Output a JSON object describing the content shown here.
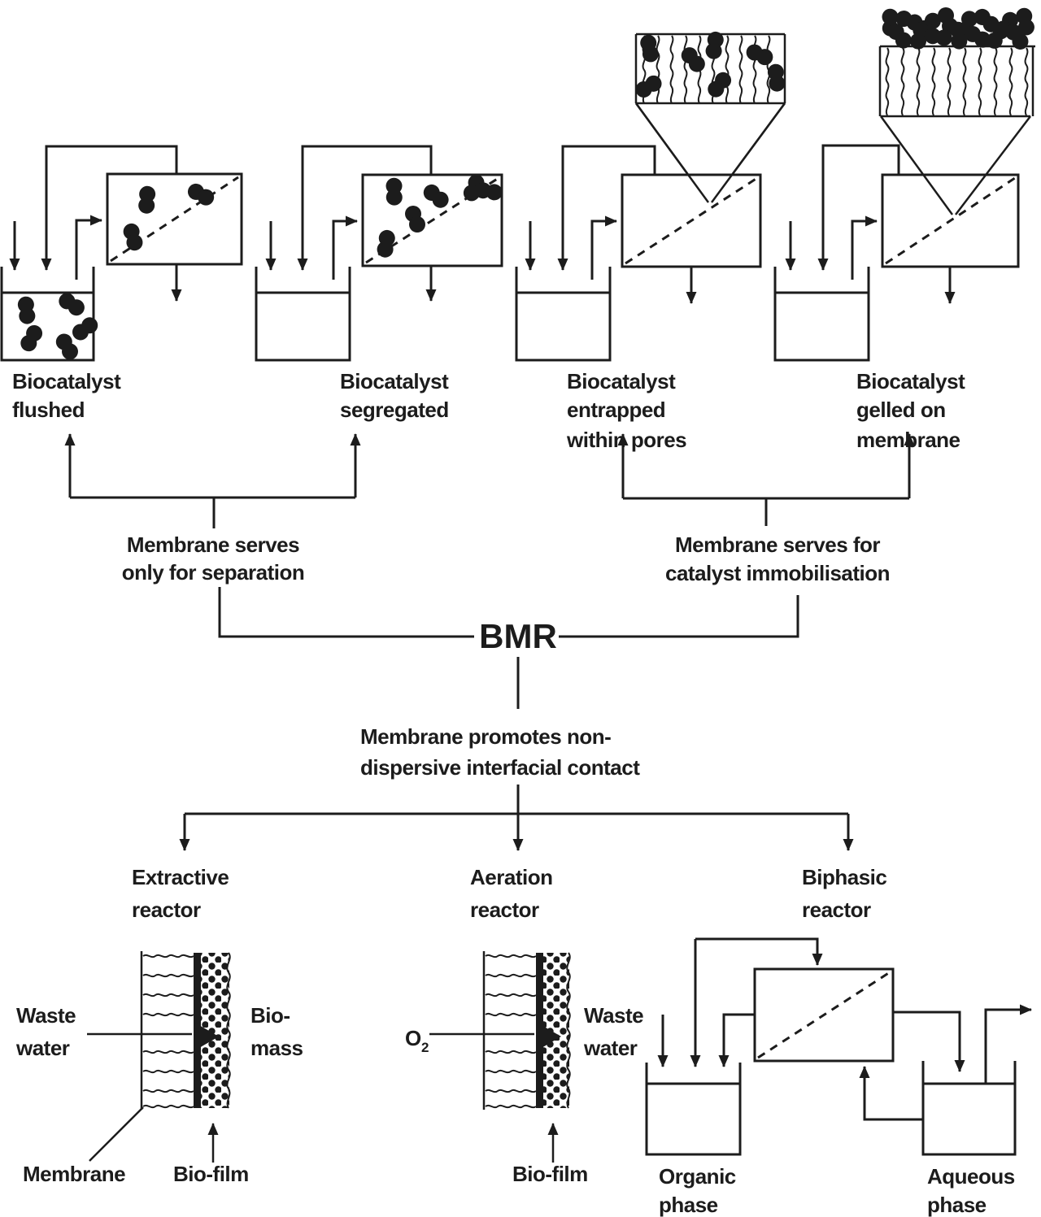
{
  "page": {
    "background": "#ffffff",
    "ink": "#1c1c1c",
    "description": "Classification diagram of biocatalytic membrane reactors (BMR)"
  },
  "top_reactors": {
    "flushed": {
      "lines": [
        "Biocatalyst",
        "flushed"
      ]
    },
    "segregated": {
      "lines": [
        "Biocatalyst",
        "segregated"
      ]
    },
    "entrapped": {
      "lines": [
        "Biocatalyst",
        "entrapped",
        "within pores"
      ]
    },
    "gelled": {
      "lines": [
        "Biocatalyst",
        "gelled on",
        "membrane"
      ]
    }
  },
  "classification": {
    "separation": {
      "lines": [
        "Membrane serves",
        "only for separation"
      ]
    },
    "immobilisation": {
      "lines": [
        "Membrane serves for",
        "catalyst immobilisation"
      ]
    },
    "bmr_label": "BMR",
    "contact": {
      "lines": [
        "Membrane promotes non-",
        "dispersive interfacial contact"
      ]
    }
  },
  "bottom_reactors": {
    "extractive": {
      "title": [
        "Extractive",
        "reactor"
      ],
      "waste_water": [
        "Waste",
        "water"
      ],
      "biomass": [
        "Bio-",
        "mass"
      ],
      "membrane_label": "Membrane",
      "biofilm_label": "Bio-film"
    },
    "aeration": {
      "title": [
        "Aeration",
        "reactor"
      ],
      "oxygen": "O",
      "oxygen_sub": "2",
      "waste_water": [
        "Waste",
        "water"
      ],
      "biofilm_label": "Bio-film"
    },
    "biphasic": {
      "title": [
        "Biphasic",
        "reactor"
      ],
      "organic": [
        "Organic",
        "phase"
      ],
      "aqueous": [
        "Aqueous",
        "phase"
      ]
    }
  }
}
